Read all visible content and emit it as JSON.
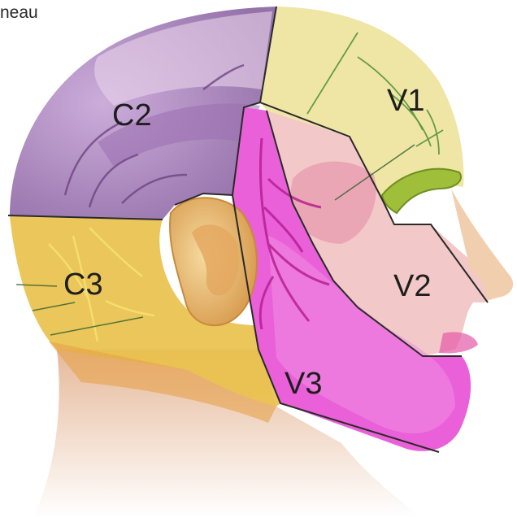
{
  "corner_text": "neau",
  "regions": [
    {
      "id": "C2",
      "label": "C2",
      "color": "#b496c6"
    },
    {
      "id": "C3",
      "label": "C3",
      "color": "#e8c24e"
    },
    {
      "id": "V1",
      "label": "V1",
      "color": "#eee6a2"
    },
    {
      "id": "V2",
      "label": "V2",
      "color": "#f2c4c8"
    },
    {
      "id": "V3",
      "label": "V3",
      "color": "#e85bd6"
    }
  ],
  "colors": {
    "skin": "#f0cdb4",
    "skin_shadow": "#dcae92",
    "ear": "#f0c27a",
    "nerve_yellow": "#f2e06a",
    "nerve_purple": "#7a4f8a",
    "nerve_magenta": "#c0249a",
    "nerve_green": "#5b9a3c",
    "outline": "#2a2a2a"
  }
}
